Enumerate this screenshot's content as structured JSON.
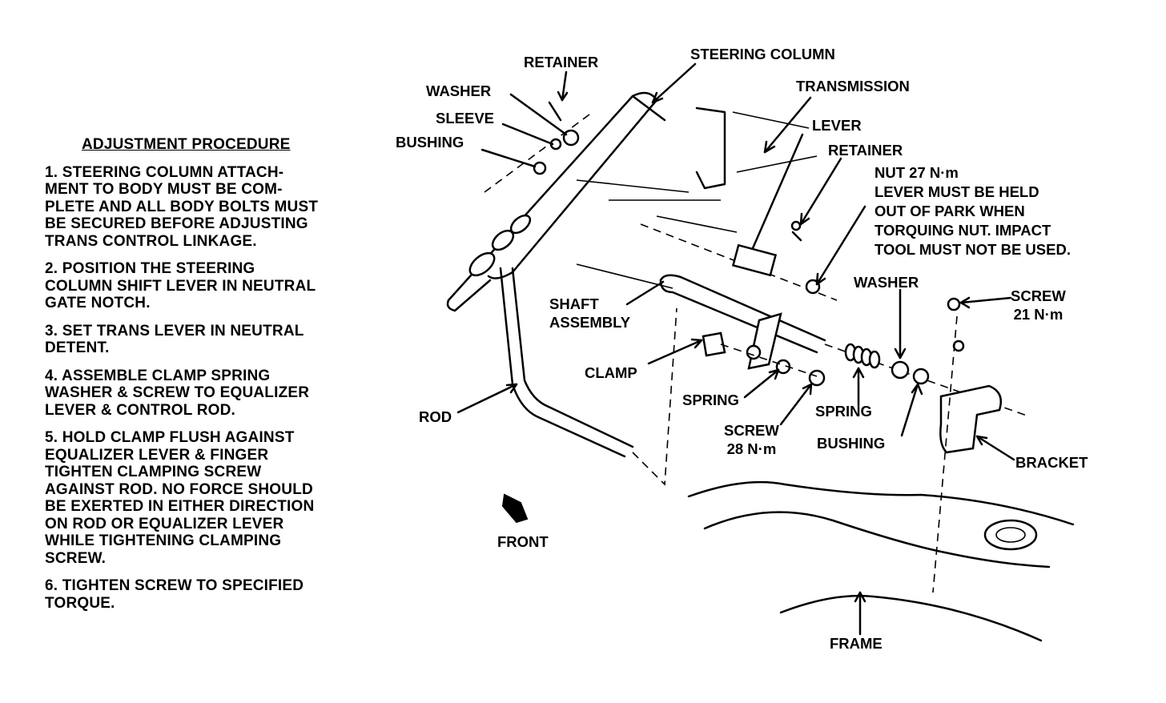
{
  "procedure": {
    "title": "ADJUSTMENT PROCEDURE",
    "steps": [
      "1. STEERING COLUMN ATTACH-\nMENT TO BODY MUST BE COM-\nPLETE AND ALL BODY BOLTS MUST\nBE SECURED BEFORE ADJUSTING\nTRANS CONTROL LINKAGE.",
      "2. POSITION THE STEERING\nCOLUMN SHIFT LEVER IN NEUTRAL\nGATE NOTCH.",
      "3. SET TRANS LEVER IN NEUTRAL\nDETENT.",
      "4. ASSEMBLE CLAMP SPRING\nWASHER & SCREW TO EQUALIZER\nLEVER & CONTROL ROD.",
      "5. HOLD CLAMP FLUSH AGAINST\nEQUALIZER LEVER & FINGER\nTIGHTEN CLAMPING SCREW\nAGAINST ROD. NO FORCE SHOULD\nBE EXERTED IN EITHER DIRECTION\nON ROD OR EQUALIZER LEVER\nWHILE TIGHTENING CLAMPING\nSCREW.",
      "6. TIGHTEN SCREW TO SPECIFIED\nTORQUE."
    ]
  },
  "labels": {
    "retainer_top": "RETAINER",
    "steering_column": "STEERING COLUMN",
    "washer_top": "WASHER",
    "sleeve": "SLEEVE",
    "bushing_top": "BUSHING",
    "transmission": "TRANSMISSION",
    "lever": "LEVER",
    "retainer_right": "RETAINER",
    "nut": "NUT  27 N·m",
    "nut_note": "LEVER MUST BE HELD\nOUT OF PARK WHEN\nTORQUING NUT. IMPACT\nTOOL MUST NOT BE USED.",
    "washer_right": "WASHER",
    "screw_right": "SCREW\n21 N·m",
    "shaft_assembly": "SHAFT\nASSEMBLY",
    "clamp": "CLAMP",
    "spring_left": "SPRING",
    "screw_mid": "SCREW\n28 N·m",
    "spring_right": "SPRING",
    "bushing_right": "BUSHING",
    "bracket": "BRACKET",
    "rod": "ROD",
    "front": "FRONT",
    "frame": "FRAME"
  }
}
